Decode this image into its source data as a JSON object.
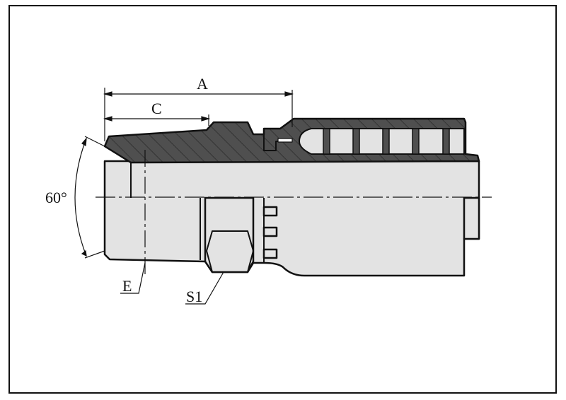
{
  "drawing": {
    "dimensions": {
      "overall_length": "A",
      "thread_length": "C",
      "thread_size": "E",
      "hex_size": "S1",
      "cone_angle": "60°"
    },
    "colors": {
      "section_fill": "#4f4f4f",
      "body_fill": "#e3e3e3",
      "line": "#111111"
    }
  }
}
